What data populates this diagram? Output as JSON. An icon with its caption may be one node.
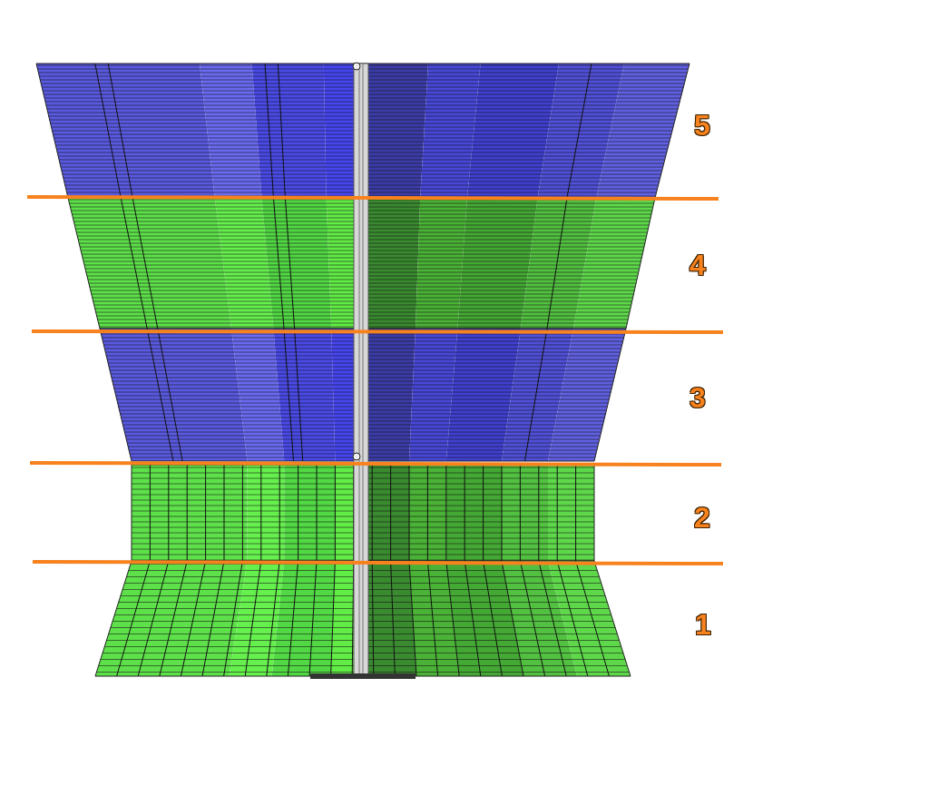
{
  "diagram": {
    "labels": [
      "5",
      "4",
      "3",
      "2",
      "1"
    ]
  }
}
